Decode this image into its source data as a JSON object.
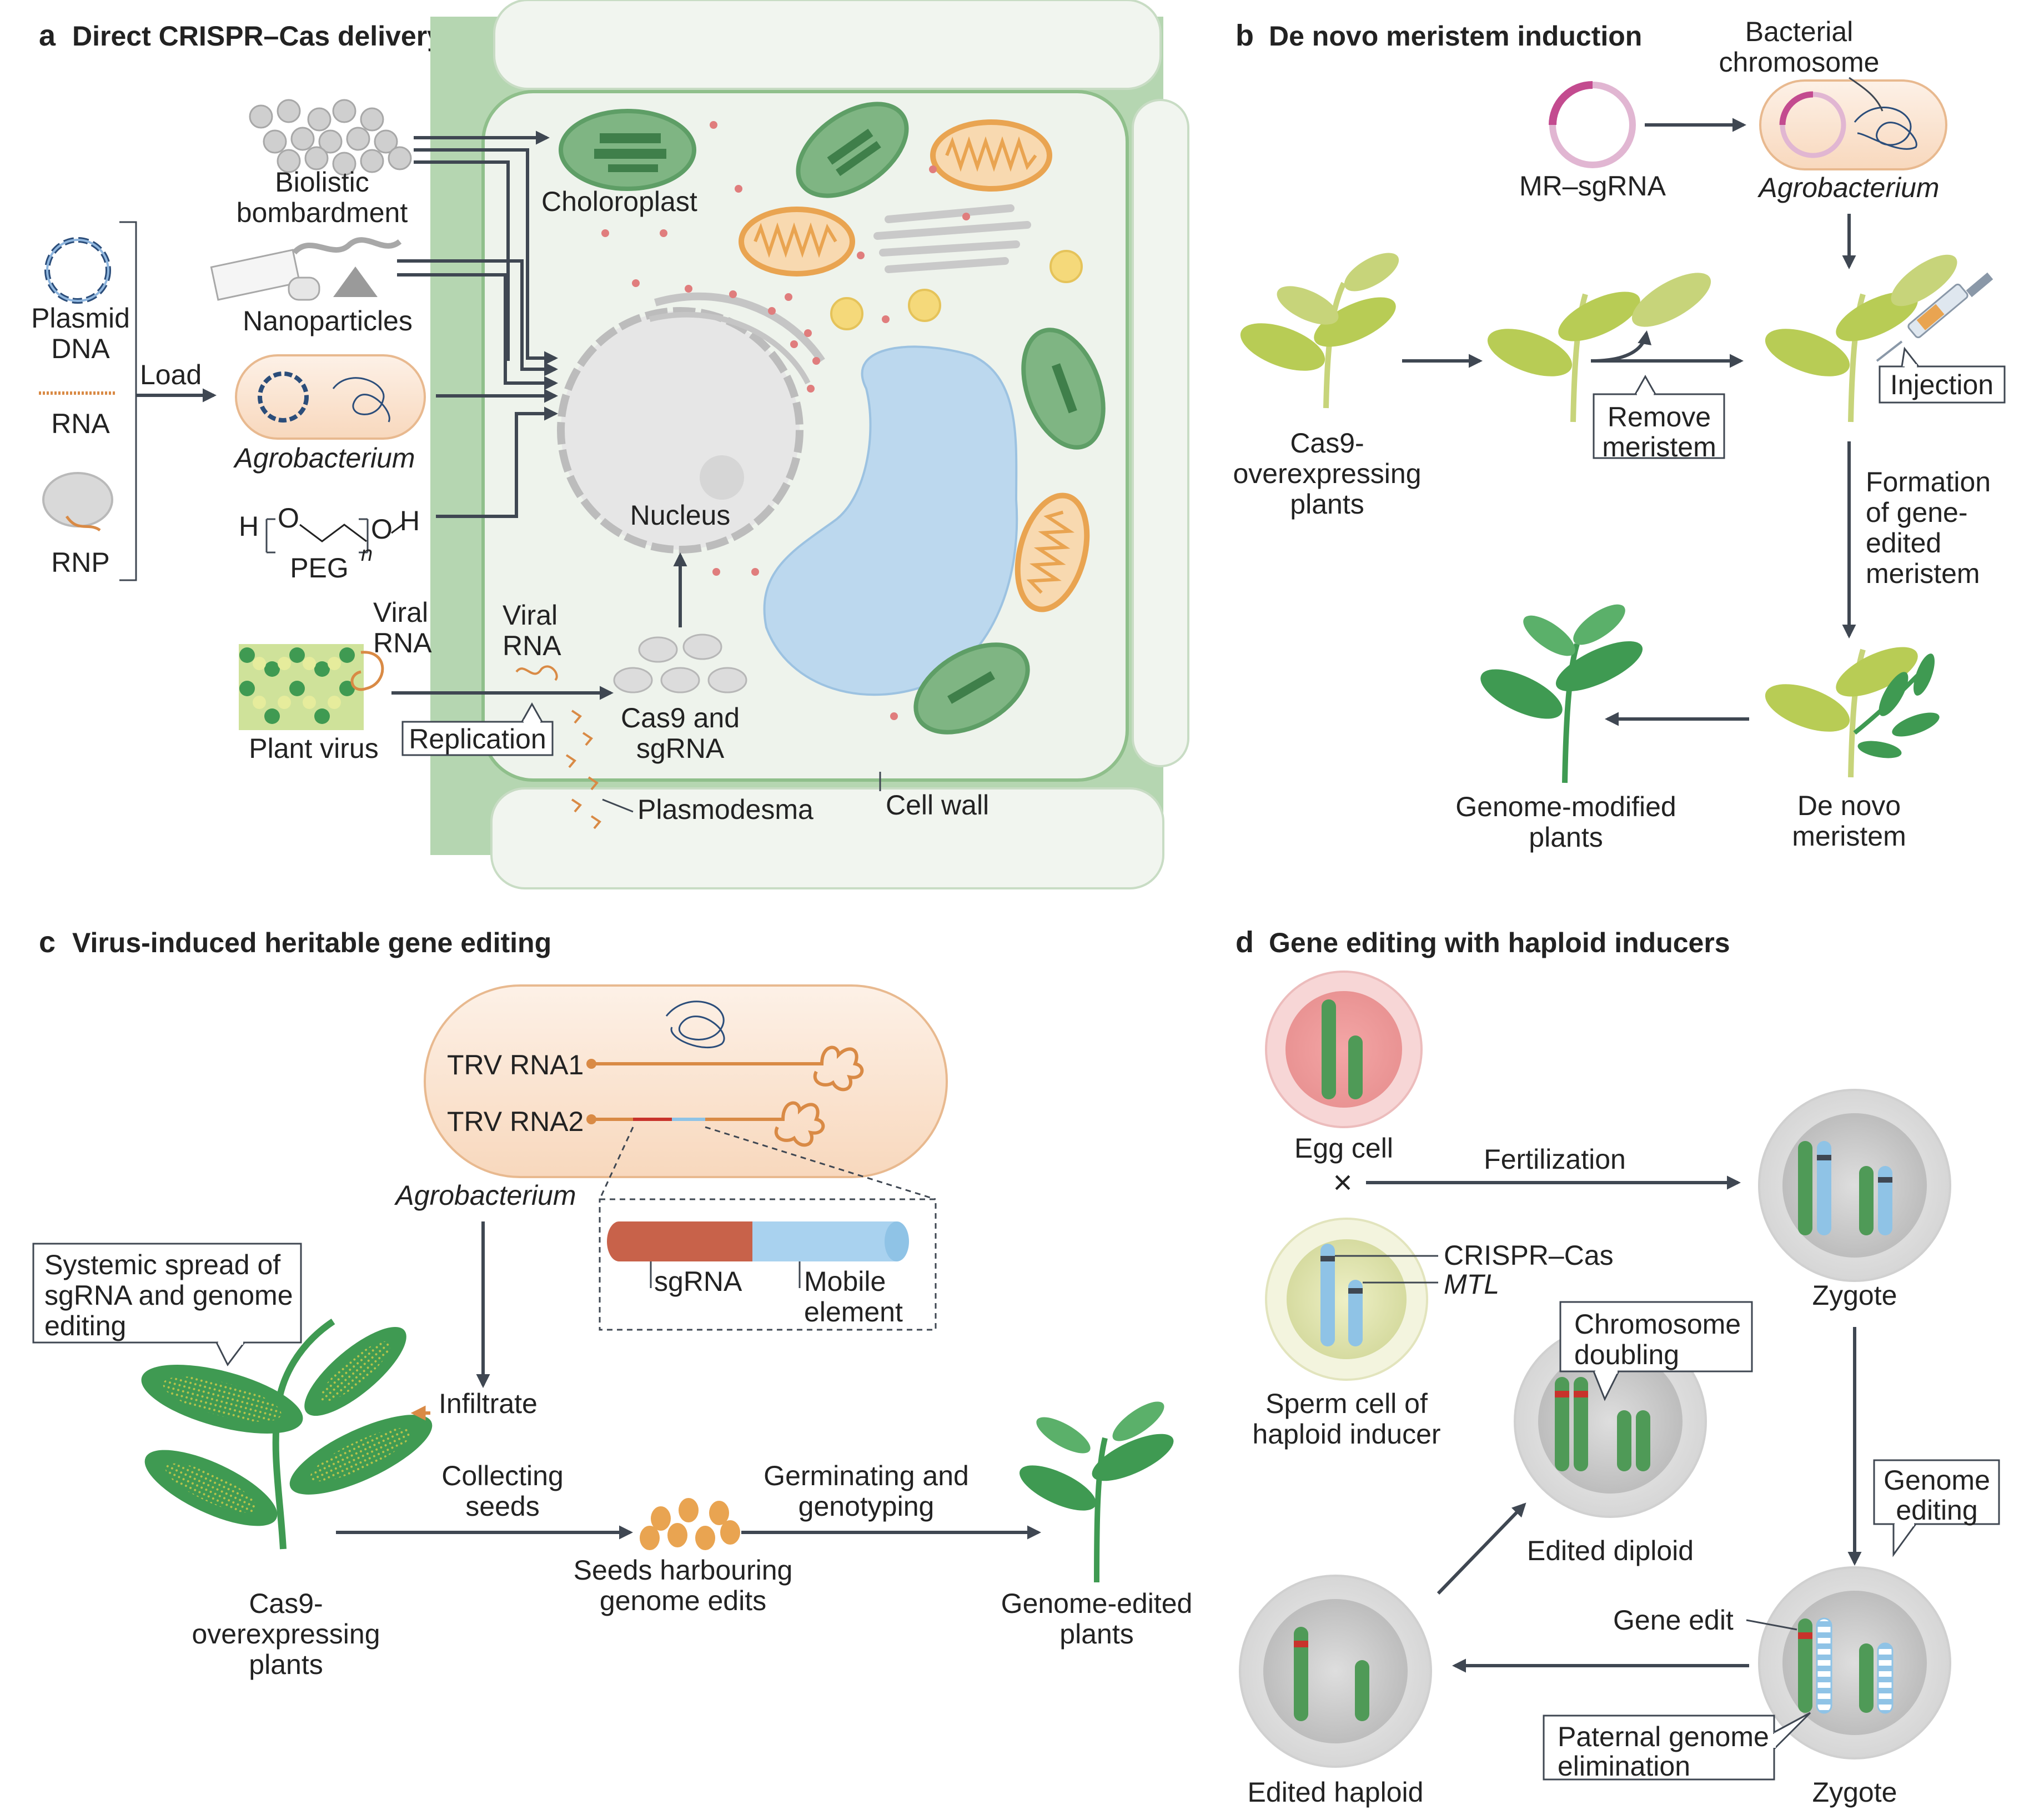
{
  "colors": {
    "cell_green": "#a9cfa5",
    "cytoplasm": "#eef3ec",
    "nucleus": "#e6e6e6",
    "vacuole": "#bcd8ee",
    "mitochondria": "#e9a451",
    "chloroplast": "#5e9e66",
    "agrobacterium_fill": "#fbe8d9",
    "rna_orange": "#d98a45",
    "leaf_green": "#b8cc55",
    "plant_green": "#3f9a52",
    "egg_pink": "#f4a6a6",
    "sperm_yellow": "#e6eab8",
    "chromosome_green": "#4f9a57",
    "chromosome_blue": "#8fc3e6",
    "edit_red": "#c8332b",
    "arrow": "#3f4752"
  },
  "panel_a": {
    "letter": "a",
    "title": "Direct CRISPR–Cas delivery",
    "cargo": {
      "plasmid_line1": "Plasmid",
      "plasmid_line2": "DNA",
      "rna": "RNA",
      "rnp": "RNP"
    },
    "load": "Load",
    "methods": {
      "biolistic_line1": "Biolistic",
      "biolistic_line2": "bombardment",
      "nanoparticles": "Nanoparticles",
      "agrobacterium": "Agrobacterium",
      "peg": "PEG",
      "peg_h_left": "H",
      "peg_o1": "O",
      "peg_o2": "O",
      "peg_h_right": "H",
      "peg_n": "n",
      "plant_virus": "Plant virus",
      "viral_rna_a_line1": "Viral",
      "viral_rna_a_line2": "RNA"
    },
    "cell": {
      "chloroplast": "Choloroplast",
      "nucleus": "Nucleus",
      "viral_rna_line1": "Viral",
      "viral_rna_line2": "RNA",
      "replication": "Replication",
      "cas9_line1": "Cas9 and",
      "cas9_line2": "sgRNA",
      "plasmodesma": "Plasmodesma",
      "cell_wall": "Cell wall"
    }
  },
  "panel_b": {
    "letter": "b",
    "title": "De novo meristem induction",
    "bacterial_line1": "Bacterial",
    "bacterial_line2": "chromosome",
    "mr_sgrna": "MR–sgRNA",
    "agrobacterium": "Agrobacterium",
    "cas9_plants_line1": "Cas9-",
    "cas9_plants_line2": "overexpressing",
    "cas9_plants_line3": "plants",
    "remove_line1": "Remove",
    "remove_line2": "meristem",
    "injection": "Injection",
    "formation_line1": "Formation",
    "formation_line2": "of gene-",
    "formation_line3": "edited",
    "formation_line4": "meristem",
    "denovo_line1": "De novo",
    "denovo_line2": "meristem",
    "genome_mod_line1": "Genome-modified",
    "genome_mod_line2": "plants"
  },
  "panel_c": {
    "letter": "c",
    "title": "Virus-induced heritable gene editing",
    "trv1": "TRV RNA1",
    "trv2": "TRV RNA2",
    "agrobacterium": "Agrobacterium",
    "sgrna": "sgRNA",
    "mobile_line1": "Mobile",
    "mobile_line2": "element",
    "systemic_line1": "Systemic spread of",
    "systemic_line2": "sgRNA and genome",
    "systemic_line3": "editing",
    "infiltrate": "Infiltrate",
    "collecting_line1": "Collecting",
    "collecting_line2": "seeds",
    "seeds_line1": "Seeds harbouring",
    "seeds_line2": "genome edits",
    "germinating_line1": "Germinating and",
    "germinating_line2": "genotyping",
    "cas9_plants_line1": "Cas9-",
    "cas9_plants_line2": "overexpressing",
    "cas9_plants_line3": "plants",
    "edited_plants_line1": "Genome-edited",
    "edited_plants_line2": "plants"
  },
  "panel_d": {
    "letter": "d",
    "title": "Gene editing with haploid inducers",
    "egg_cell": "Egg cell",
    "cross": "×",
    "fertilization": "Fertilization",
    "crispr_cas": "CRISPR–Cas",
    "mtl": "MTL",
    "sperm_line1": "Sperm cell of",
    "sperm_line2": "haploid inducer",
    "zygote_top": "Zygote",
    "chrom_doubling_line1": "Chromosome",
    "chrom_doubling_line2": "doubling",
    "edited_diploid": "Edited diploid",
    "genome_editing_line1": "Genome",
    "genome_editing_line2": "editing",
    "gene_edit": "Gene edit",
    "paternal_line1": "Paternal genome",
    "paternal_line2": "elimination",
    "edited_haploid": "Edited haploid",
    "zygote_bottom": "Zygote"
  }
}
